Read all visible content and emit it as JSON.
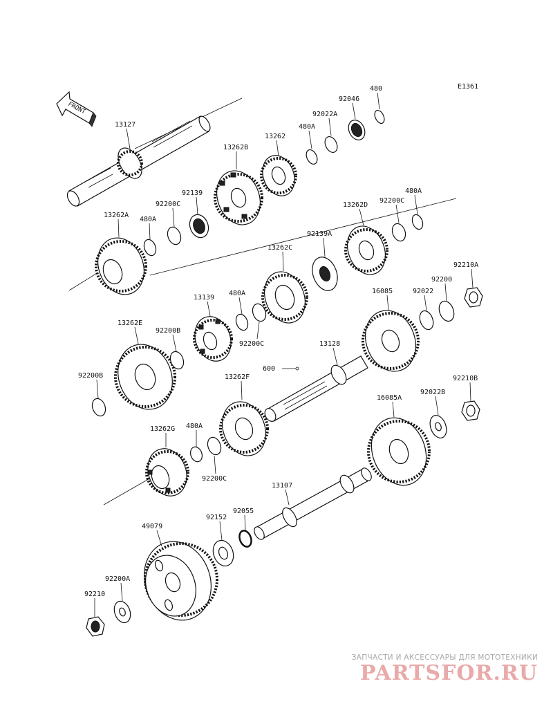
{
  "diagram_code": "E1361",
  "front_label": "FRONT",
  "parts": [
    {
      "id": "p13127",
      "label": "13127"
    },
    {
      "id": "p13262",
      "label": "13262"
    },
    {
      "id": "p13262B",
      "label": "13262B"
    },
    {
      "id": "p480A_top",
      "label": "480A"
    },
    {
      "id": "p92022A",
      "label": "92022A"
    },
    {
      "id": "p92046",
      "label": "92046"
    },
    {
      "id": "p480_top",
      "label": "480"
    },
    {
      "id": "p92139",
      "label": "92139"
    },
    {
      "id": "p92200C_a",
      "label": "92200C"
    },
    {
      "id": "p13262A",
      "label": "13262A"
    },
    {
      "id": "p480A_b",
      "label": "480A"
    },
    {
      "id": "p13262D",
      "label": "13262D"
    },
    {
      "id": "p92200C_b",
      "label": "92200C"
    },
    {
      "id": "p480A_c",
      "label": "480A"
    },
    {
      "id": "p92139A",
      "label": "92139A"
    },
    {
      "id": "p13262C",
      "label": "13262C"
    },
    {
      "id": "p13139",
      "label": "13139"
    },
    {
      "id": "p480A_d",
      "label": "480A"
    },
    {
      "id": "p92200C_c",
      "label": "92200C"
    },
    {
      "id": "p16085",
      "label": "16085"
    },
    {
      "id": "p92022",
      "label": "92022"
    },
    {
      "id": "p92200",
      "label": "92200"
    },
    {
      "id": "p92210A",
      "label": "92210A"
    },
    {
      "id": "p13262E",
      "label": "13262E"
    },
    {
      "id": "p92200B_a",
      "label": "92200B"
    },
    {
      "id": "p92200B_b",
      "label": "92200B"
    },
    {
      "id": "p13128",
      "label": "13128"
    },
    {
      "id": "p600",
      "label": "600"
    },
    {
      "id": "p13262F",
      "label": "13262F"
    },
    {
      "id": "p16085A",
      "label": "16085A"
    },
    {
      "id": "p92022B",
      "label": "92022B"
    },
    {
      "id": "p92210B",
      "label": "92210B"
    },
    {
      "id": "p13262G",
      "label": "13262G"
    },
    {
      "id": "p480A_e",
      "label": "480A"
    },
    {
      "id": "p92200C_d",
      "label": "92200C"
    },
    {
      "id": "p13107",
      "label": "13107"
    },
    {
      "id": "p49079",
      "label": "49079"
    },
    {
      "id": "p92152",
      "label": "92152"
    },
    {
      "id": "p92055",
      "label": "92055"
    },
    {
      "id": "p92200A",
      "label": "92200A"
    },
    {
      "id": "p92210",
      "label": "92210"
    }
  ],
  "watermark": {
    "caption": "ЗАПЧАСТИ И АКСЕССУАРЫ ДЛЯ МОТОТЕХНИКИ",
    "logo": "PARTSFOR.RU"
  }
}
